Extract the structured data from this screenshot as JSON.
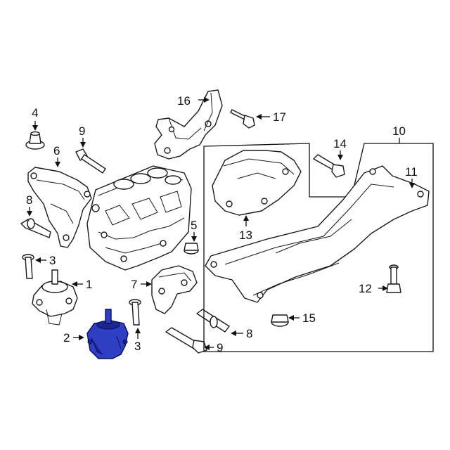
{
  "callouts": [
    {
      "id": "1",
      "label": "1"
    },
    {
      "id": "2",
      "label": "2"
    },
    {
      "id": "3a",
      "label": "3"
    },
    {
      "id": "3b",
      "label": "3"
    },
    {
      "id": "4",
      "label": "4"
    },
    {
      "id": "5",
      "label": "5"
    },
    {
      "id": "6",
      "label": "6"
    },
    {
      "id": "7",
      "label": "7"
    },
    {
      "id": "8a",
      "label": "8"
    },
    {
      "id": "8b",
      "label": "8"
    },
    {
      "id": "9a",
      "label": "9"
    },
    {
      "id": "9b",
      "label": "9"
    },
    {
      "id": "10",
      "label": "10"
    },
    {
      "id": "11",
      "label": "11"
    },
    {
      "id": "12",
      "label": "12"
    },
    {
      "id": "13",
      "label": "13"
    },
    {
      "id": "14",
      "label": "14"
    },
    {
      "id": "15",
      "label": "15"
    },
    {
      "id": "16",
      "label": "16"
    },
    {
      "id": "17",
      "label": "17"
    }
  ],
  "colors": {
    "highlight_part": "#2f3fc4",
    "line_art": "#1a1a1a",
    "background": "#ffffff"
  },
  "highlighted_callout": "2"
}
